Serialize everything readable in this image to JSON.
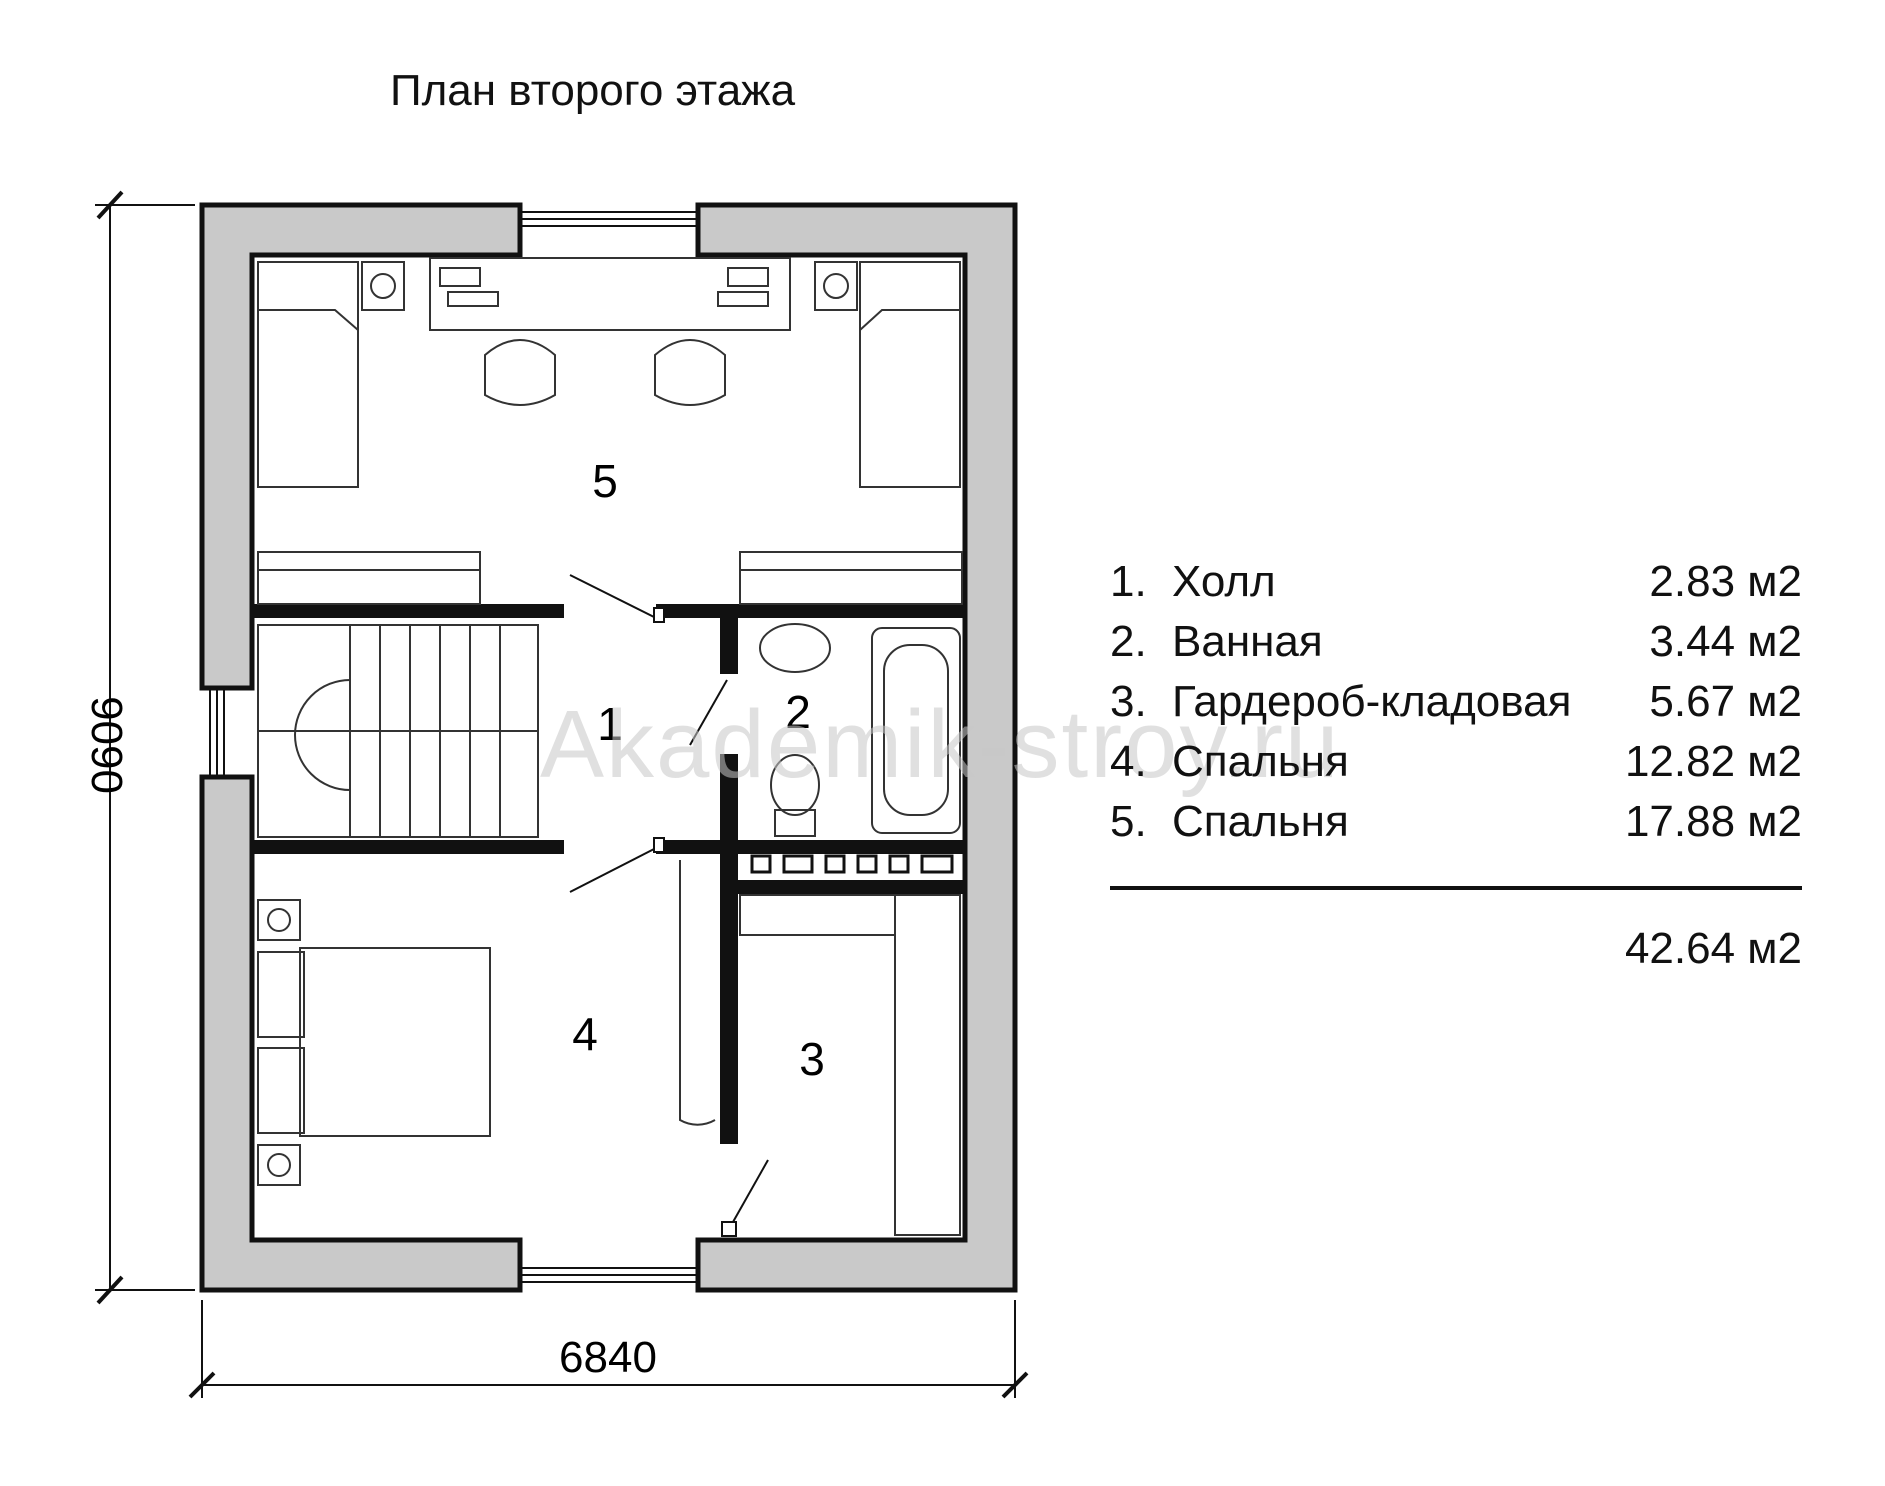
{
  "title": "План второго этажа",
  "dimensions": {
    "width": "6840",
    "height": "9090"
  },
  "room_labels": [
    "1",
    "2",
    "3",
    "4",
    "5"
  ],
  "legend": {
    "items": [
      {
        "num": "1.",
        "name": "Холл",
        "area": "2.83 м2"
      },
      {
        "num": "2.",
        "name": "Ванная",
        "area": "3.44 м2"
      },
      {
        "num": "3.",
        "name": "Гардероб-кладовая",
        "area": "5.67 м2"
      },
      {
        "num": "4.",
        "name": "Спальня",
        "area": "12.82 м2"
      },
      {
        "num": "5.",
        "name": "Спальня",
        "area": "17.88 м2"
      }
    ],
    "total": "42.64 м2"
  },
  "watermark": "Akademik-stroy.ru",
  "colors": {
    "wall_fill": "#c9c9c9",
    "line": "#111111",
    "background": "#ffffff"
  }
}
